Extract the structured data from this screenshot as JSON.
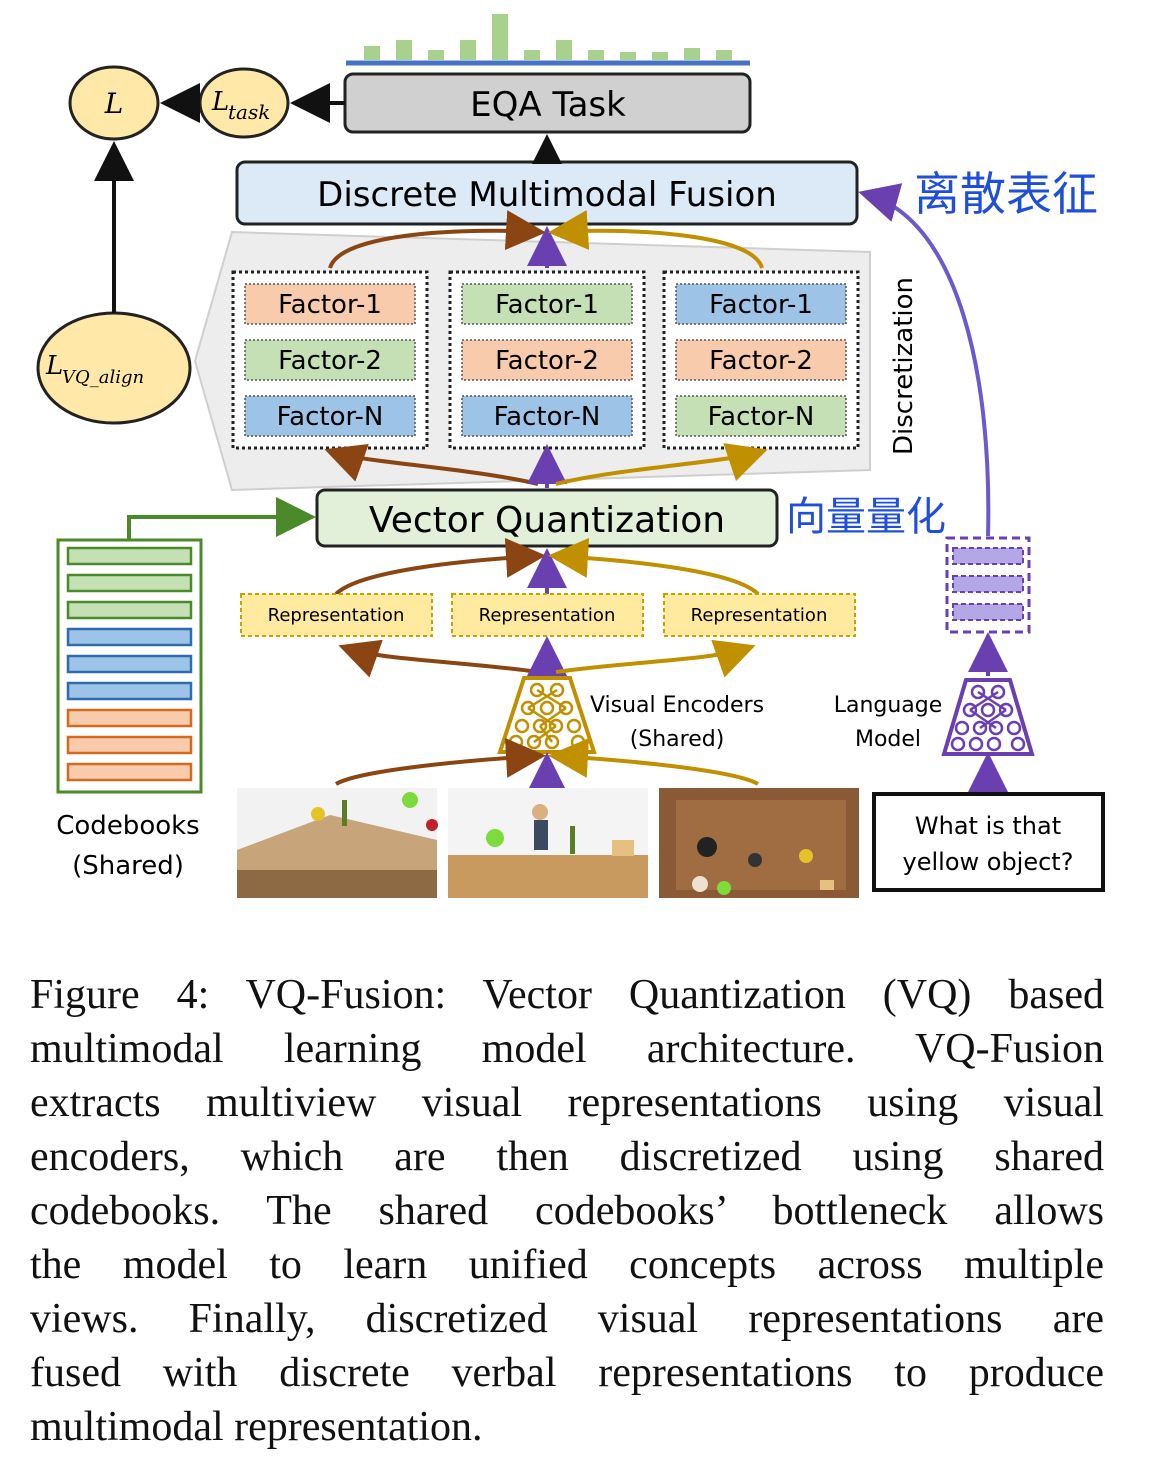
{
  "diagram": {
    "eqa_task": "EQA Task",
    "fusion": "Discrete Multimodal Fusion",
    "vector_quantization": "Vector Quantization",
    "discretization": "Discretization",
    "loss_total": "L",
    "loss_task_main": "L",
    "loss_task_sub": "task",
    "loss_align_main": "L",
    "loss_align_sub": "VQ_align",
    "factor_columns": [
      [
        "Factor-1",
        "Factor-2",
        "Factor-N"
      ],
      [
        "Factor-1",
        "Factor-2",
        "Factor-N"
      ],
      [
        "Factor-1",
        "Factor-2",
        "Factor-N"
      ]
    ],
    "factor_colors": [
      [
        "orange",
        "green",
        "blue"
      ],
      [
        "green",
        "orange",
        "blue"
      ],
      [
        "blue",
        "orange",
        "green"
      ]
    ],
    "representations": [
      "Representation",
      "Representation",
      "Representation"
    ],
    "visual_encoders_line1": "Visual Encoders",
    "visual_encoders_line2": "(Shared)",
    "language_model_line1": "Language",
    "language_model_line2": "Model",
    "codebooks_line1": "Codebooks",
    "codebooks_line2": "(Shared)",
    "question_line1": "What is that",
    "question_line2": "yellow object?",
    "annotation_discrete_features": "离散表征",
    "annotation_vector_quantization": "向量量化",
    "colors": {
      "orange_fill": "#f8cbad",
      "green_fill": "#c5e0b4",
      "blue_fill": "#9dc3e6",
      "brown_arrow": "#8b4513",
      "purple_arrow": "#7030a0",
      "gold_arrow": "#c09000",
      "annotation_blue": "#1f4fd8"
    }
  },
  "caption": {
    "lines": [
      "Figure 4: VQ-Fusion: Vector Quantization (VQ) based",
      "multimodal learning model architecture.  VQ-Fusion",
      "extracts multiview visual representations using visual",
      "encoders, which are then discretized using shared",
      "codebooks. The shared codebooks’ bottleneck allows",
      "the model to learn unified concepts across multiple",
      "views.  Finally, discretized visual representations are",
      "fused with discrete verbal representations to produce",
      "multimodal representation."
    ]
  }
}
